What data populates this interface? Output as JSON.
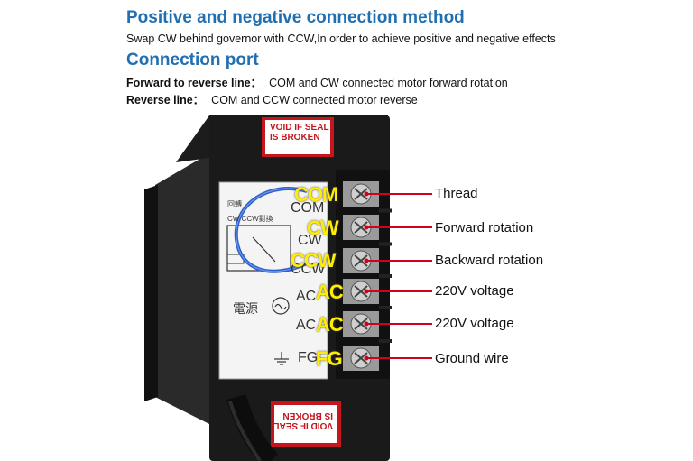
{
  "header": {
    "title": "Positive and negative connection method",
    "subtitle": "Swap CW behind governor with CCW,In order to achieve positive and negative effects"
  },
  "section": {
    "title": "Connection port",
    "lines": [
      {
        "label": "Forward to reverse line：",
        "text": "COM and CW connected motor forward rotation"
      },
      {
        "label": "Reverse line：",
        "text": "COM and CCW connected motor reverse"
      }
    ]
  },
  "device": {
    "seal_top": [
      "VOID IF SEAL",
      "IS BROKEN"
    ],
    "seal_bottom": [
      "VOID IF SEAL",
      "IS BROKEN"
    ],
    "panel_small_text": [
      "回轉",
      "CW CCW對換"
    ],
    "panel_power_label": "電源",
    "panel_terminal_text": [
      "COM",
      "CW",
      "CCW",
      "AC",
      "AC",
      "FG"
    ],
    "terminals": [
      {
        "label": "COM",
        "callout": "Thread"
      },
      {
        "label": "CW",
        "callout": "Forward rotation"
      },
      {
        "label": "CCW",
        "callout": "Backward rotation"
      },
      {
        "label": "AC",
        "callout": "220V voltage"
      },
      {
        "label": "AC",
        "callout": "220V voltage"
      },
      {
        "label": "FG",
        "callout": "Ground wire"
      }
    ]
  },
  "colors": {
    "heading": "#1f6fb2",
    "terminal_label": "#ffee00",
    "callout_line": "#d0021b",
    "seal": "#c4161c",
    "wire": "#2b5fd0"
  }
}
